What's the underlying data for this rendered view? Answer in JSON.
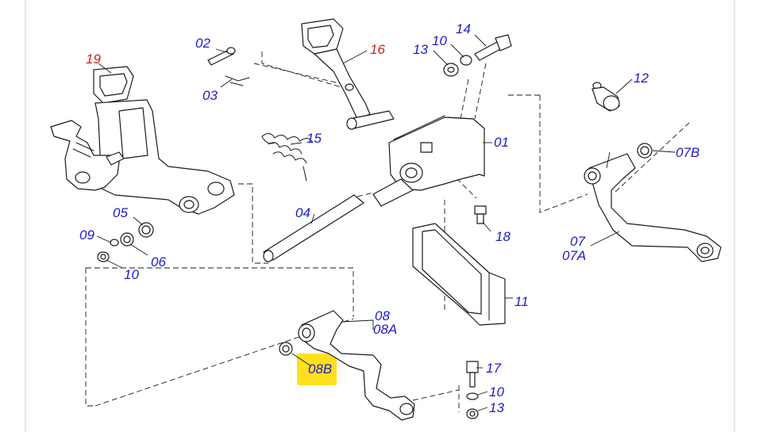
{
  "colors": {
    "label_blue": "#1c1cc8",
    "label_red": "#d81818",
    "highlight": "#ffe01a",
    "line": "#1a1a1a"
  },
  "highlighted_part": "08B",
  "labels": {
    "p01": "01",
    "p02": "02",
    "p03": "03",
    "p04": "04",
    "p05": "05",
    "p06": "06",
    "p07": "07",
    "p07A": "07A",
    "p07B": "07B",
    "p08": "08",
    "p08A": "08A",
    "p08B": "08B",
    "p09": "09",
    "p10_top": "10",
    "p10_left": "10",
    "p10_bottom": "10",
    "p11": "11",
    "p12": "12",
    "p13_top": "13",
    "p13_bottom": "13",
    "p14": "14",
    "p15": "15",
    "p16": "16",
    "p17": "17",
    "p18": "18",
    "p19": "19"
  }
}
